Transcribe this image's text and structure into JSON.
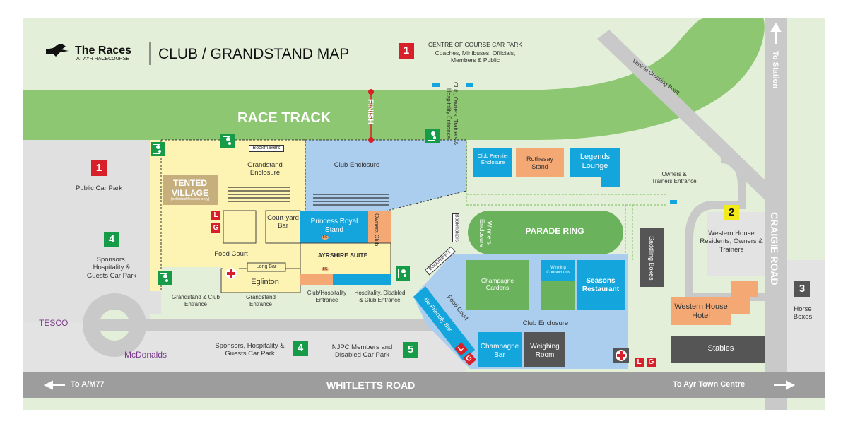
{
  "header": {
    "logo_name": "The Races",
    "logo_sub": "AT AYR RACECOURSE",
    "title": "CLUB / GRANDSTAND MAP"
  },
  "car_parks": {
    "centre_num": "1",
    "centre_text": "CENTRE OF COURSE CAR PARK",
    "centre_sub": "Coaches, Minibuses, Officials, Members & Public",
    "public_num": "1",
    "public_text": "Public Car Park",
    "sponsors_left_num": "4",
    "sponsors_left_text": "Sponsors, Hospitality & Guests Car Park",
    "sponsors_bottom_num": "4",
    "sponsors_bottom_text": "Sponsors, Hospitality & Guests Car Park",
    "njpc_num": "5",
    "njpc_text": "NJPC Members and Disabled Car Park",
    "western_num": "2",
    "western_text": "Western House Residents, Owners & Trainers",
    "horse_num": "3",
    "horse_text": "Horse Boxes"
  },
  "roads": {
    "race_track": "RACE TRACK",
    "finish": "FINISH",
    "vehicle_crossing": "Vehicle Crossing Point",
    "whitletts": "WHITLETTS ROAD",
    "craigie": "CRAIGIE ROAD",
    "to_station": "To Station",
    "to_am77": "To A/M77",
    "to_ayr": "To Ayr Town Centre"
  },
  "places": {
    "tesco": "TESCO",
    "mcdonalds": "McDonalds"
  },
  "areas": {
    "grandstand_enclosure": "Grandstand Enclosure",
    "bookmakers": "Bookmakers",
    "tented_village": "TENTED VILLAGE",
    "tented_sub": "(selected fixtures only)",
    "courtyard_bar": "Court-yard Bar",
    "food_court": "Food Court",
    "long_bar": "Long Bar",
    "eglinton": "Eglinton",
    "club_enclosure_top": "Club Enclosure",
    "princess_royal": "Princess Royal Stand",
    "owners_club": "Owners Club",
    "ayrshire_suite": "AYRSHIRE SUITE",
    "bc": "BC",
    "club_premier": "Club Premier Enclosure",
    "rothesay": "Rothesay Stand",
    "legends": "Legends Lounge",
    "winners_enclosure": "Winners Enclosure",
    "parade_ring": "PARADE RING",
    "bookmakers_vert": "Bookmakers",
    "bookmakers_diag": "Bookmakers",
    "champagne_gardens": "Champagne Gardens",
    "winning_connections": "Winning Connections",
    "seasons": "Seasons Restaurant",
    "club_enclosure_bottom": "Club Enclosure",
    "food_court_diag": "Food Court",
    "be_friendly": "Be Friendly Bar",
    "champagne_bar": "Champagne Bar",
    "weighing_room": "Weighing Room",
    "saddling_boxes": "Saddling Boxes",
    "western_house_hotel": "Western House Hotel",
    "stables": "Stables"
  },
  "entrances": {
    "club_owners": "Club, Owners, Trainers & Hospitality Entrance",
    "owners_trainers": "Owners & Trainers Entrance",
    "grandstand_club": "Grandstand & Club Entrance",
    "grandstand": "Grandstand Entrance",
    "club_hospitality": "Club/Hospitality Entrance",
    "hospitality_disabled": "Hospitality, Disabled & Club Entrance"
  },
  "facilities": {
    "l": "L",
    "g": "G"
  },
  "colors": {
    "grass": "#e3efd8",
    "track": "#8dc771",
    "road": "#c9c9c9",
    "road_dark": "#9d9d9d",
    "yellow_zone": "#fdf3b3",
    "blue_zone": "#abcdee",
    "cyan": "#14a5dc",
    "orange": "#f4a975",
    "green_mid": "#6ab35c",
    "dark_gray": "#555555",
    "car_red": "#d7202a",
    "car_green": "#169b48"
  }
}
